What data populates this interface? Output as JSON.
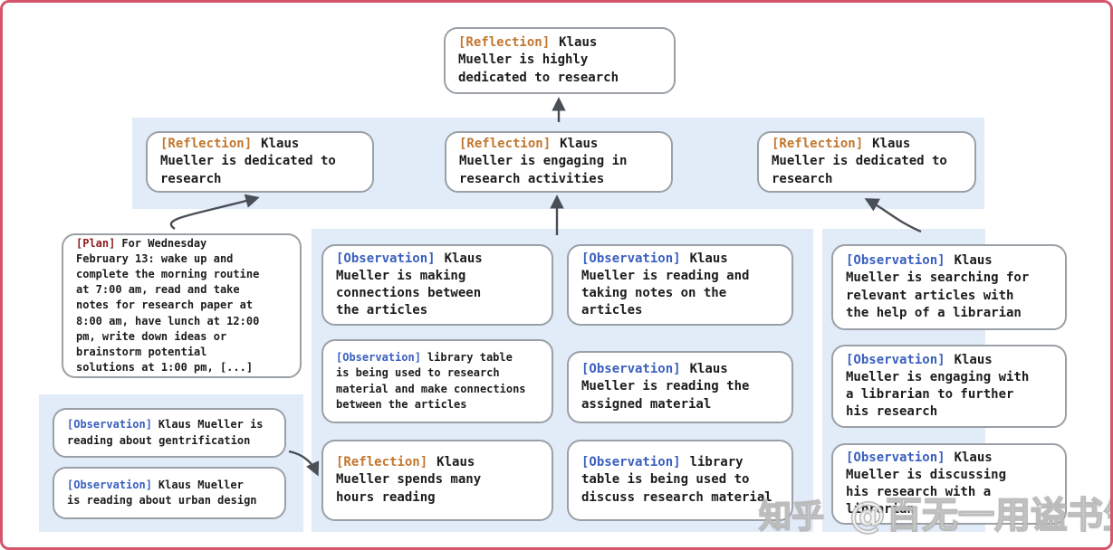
{
  "palette": {
    "frame": "#d5566c",
    "band": "#e2ecf9",
    "box-border": "#9aa0a6",
    "tag-reflection": "#c2772e",
    "tag-plan": "#8f1d1d",
    "tag-observation": "#3a5fbf",
    "arrow": "#4a4e57",
    "text": "#1c1c1c"
  },
  "nodes": {
    "root": {
      "tag": "[Reflection]",
      "text": "Klaus\nMueller is highly\ndedicated to research"
    },
    "refl_a": {
      "tag": "[Reflection]",
      "text": "Klaus\nMueller is dedicated to\nresearch"
    },
    "refl_b": {
      "tag": "[Reflection]",
      "text": "Klaus\nMueller is engaging in\nresearch activities"
    },
    "refl_c": {
      "tag": "[Reflection]",
      "text": "Klaus\nMueller is dedicated to\nresearch"
    },
    "plan": {
      "tag": "[Plan]",
      "text": "For Wednesday\nFebruary 13: wake up and\ncomplete the morning routine\nat 7:00 am, read and take\nnotes for research paper at\n8:00 am, have lunch at 12:00\npm, write down ideas or\nbrainstorm potential\nsolutions at 1:00 pm, [...]"
    },
    "obs_l1": {
      "tag": "[Observation]",
      "text": "Klaus Mueller is\nreading about gentrification"
    },
    "obs_l2": {
      "tag": "[Observation]",
      "text": "Klaus Mueller\nis reading about urban design"
    },
    "obs_m1": {
      "tag": "[Observation]",
      "text": "Klaus\nMueller is making\nconnections between\nthe articles"
    },
    "obs_m2": {
      "tag": "[Observation]",
      "text": "library table\nis being used to research\nmaterial and make connections\nbetween the articles"
    },
    "refl_m3": {
      "tag": "[Reflection]",
      "text": "Klaus\nMueller spends many\nhours reading"
    },
    "obs_n1": {
      "tag": "[Observation]",
      "text": "Klaus\nMueller is reading and\ntaking notes on the\narticles"
    },
    "obs_n2": {
      "tag": "[Observation]",
      "text": "Klaus\nMueller is reading the\nassigned material"
    },
    "obs_n3": {
      "tag": "[Observation]",
      "text": "library\ntable is being used to\ndiscuss research material"
    },
    "obs_r1": {
      "tag": "[Observation]",
      "text": "Klaus\nMueller is searching for\nrelevant articles with\nthe help of a librarian"
    },
    "obs_r2": {
      "tag": "[Observation]",
      "text": "Klaus\nMueller is engaging with\na librarian to further\nhis research"
    },
    "obs_r3": {
      "tag": "[Observation]",
      "text": "Klaus\nMueller is discussing\nhis research with a\nlibrarian"
    }
  },
  "watermark": {
    "brand": "知乎",
    "handle": "@百无一用谥书生"
  }
}
